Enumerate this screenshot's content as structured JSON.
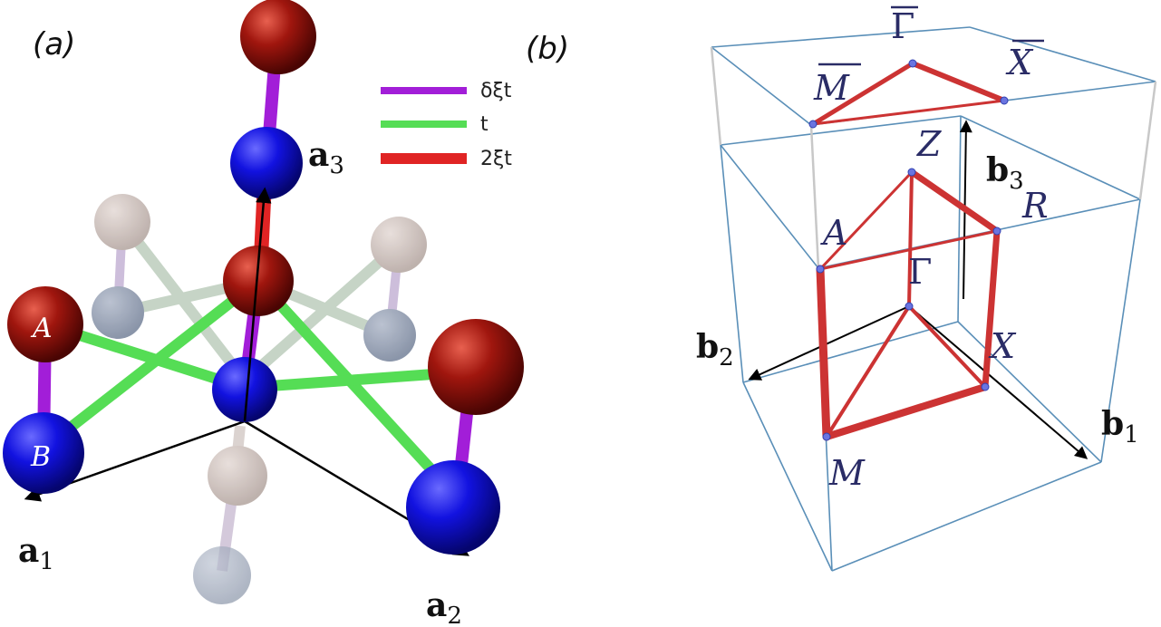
{
  "panel_labels": {
    "a": "(a)",
    "b": "(b)"
  },
  "legend": [
    {
      "label": "δξt",
      "color": "#a21ed8"
    },
    {
      "label": "t",
      "color": "#55dd55"
    },
    {
      "label": "2ξt",
      "color": "#e02424"
    }
  ],
  "lattice_vectors": {
    "a1": {
      "symbol": "a",
      "sub": "1"
    },
    "a2": {
      "symbol": "a",
      "sub": "2"
    },
    "a3": {
      "symbol": "a",
      "sub": "3"
    }
  },
  "atom_labels": {
    "A": "A",
    "B": "B"
  },
  "reciprocal_vectors": {
    "b1": {
      "symbol": "b",
      "sub": "1"
    },
    "b2": {
      "symbol": "b",
      "sub": "2"
    },
    "b3": {
      "symbol": "b",
      "sub": "3"
    }
  },
  "k_points": {
    "Gamma": "Γ",
    "X": "X",
    "M": "M",
    "Z": "Z",
    "R": "R",
    "A": "A",
    "Gamma_bar": "Γ",
    "X_bar": "X",
    "M_bar": "M"
  },
  "colors": {
    "red_atom": "#8b0f0a",
    "blue_atom": "#1010d8",
    "path": "#cc3333",
    "bz_edge": "#5a8fb8",
    "label": "#2a2c66"
  }
}
